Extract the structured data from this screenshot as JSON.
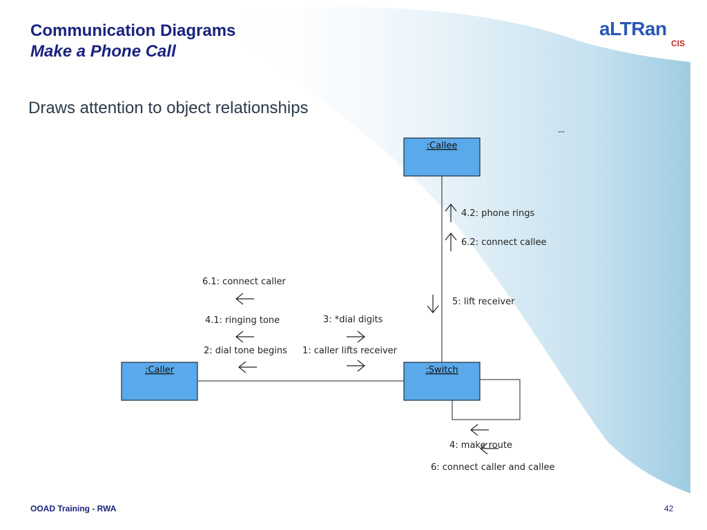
{
  "slide": {
    "title": "Communication Diagrams",
    "subtitle_italic": "Make a Phone Call",
    "body_text": "Draws attention to object relationships",
    "footer_left": "OOAD Training - RWA",
    "page_number": "42"
  },
  "logo": {
    "main": "aLTRan",
    "sub": "CIS"
  },
  "diagram": {
    "objects": [
      {
        "id": "callee",
        "label": ":Callee"
      },
      {
        "id": "caller",
        "label": ":Caller"
      },
      {
        "id": "switch",
        "label": ":Switch"
      }
    ],
    "messages": {
      "m42": "4.2: phone rings",
      "m62": "6.2: connect callee",
      "m5": "5: lift receiver",
      "m61": "6.1: connect caller",
      "m41": "4.1: ringing tone",
      "m2": "2: dial tone begins",
      "m3": "3: *dial digits",
      "m1": "1: caller lifts receiver",
      "m4": "4: make route",
      "m6": "6: connect caller and callee"
    }
  }
}
